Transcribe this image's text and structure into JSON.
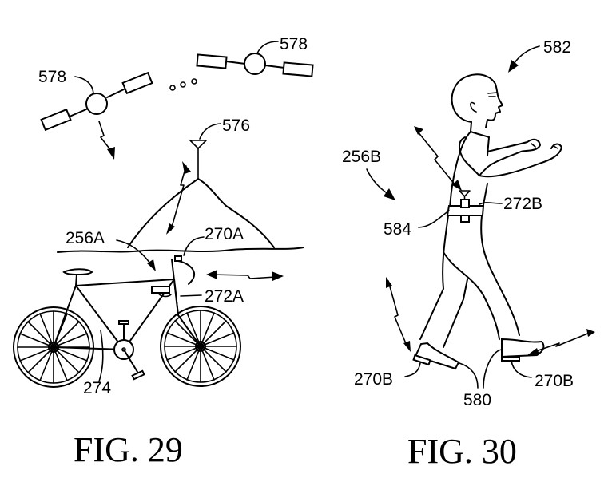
{
  "figures": [
    {
      "caption": "FIG. 29",
      "subject": "bicycle",
      "labels": {
        "satellite_left": "578",
        "satellite_right": "578",
        "tower": "576",
        "system": "256A",
        "sensor": "270A",
        "receiver": "272A",
        "frame": "274"
      }
    },
    {
      "caption": "FIG. 30",
      "subject": "walking person",
      "labels": {
        "person": "582",
        "system": "256B",
        "receiver": "272B",
        "belt": "584",
        "sensor_left": "270B",
        "sensor_right": "270B",
        "shoes": "580"
      }
    }
  ],
  "ellipsis": "∘∘∘"
}
